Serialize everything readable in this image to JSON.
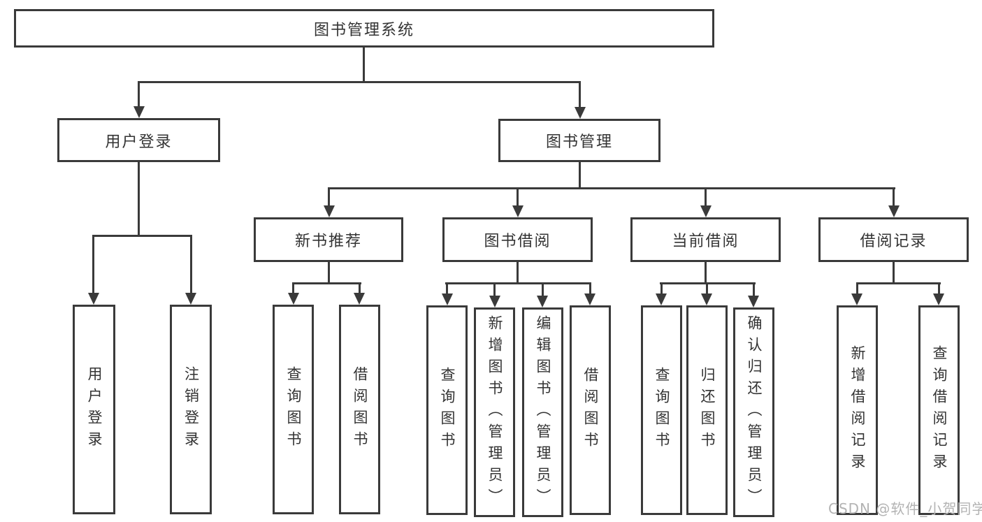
{
  "colors": {
    "line": "#3a3a3a",
    "text": "#333333",
    "watermark": "#b3b3b3",
    "background": "#ffffff"
  },
  "tree": {
    "root": "图书管理系统",
    "branches": [
      {
        "label": "用户登录",
        "children": [
          "用户登录",
          "注销登录"
        ]
      },
      {
        "label": "图书管理",
        "groups": [
          {
            "label": "新书推荐",
            "children": [
              "查询图书",
              "借阅图书"
            ]
          },
          {
            "label": "图书借阅",
            "children": [
              "查询图书",
              "新增图书（管理员）",
              "编辑图书（管理员）",
              "借阅图书"
            ]
          },
          {
            "label": "当前借阅",
            "children": [
              "查询图书",
              "归还图书",
              "确认归还（管理员）"
            ]
          },
          {
            "label": "借阅记录",
            "children": [
              "新增借阅记录",
              "查询借阅记录"
            ]
          }
        ]
      }
    ]
  },
  "watermark": {
    "text": "CSDN @软件_小贺同学"
  }
}
